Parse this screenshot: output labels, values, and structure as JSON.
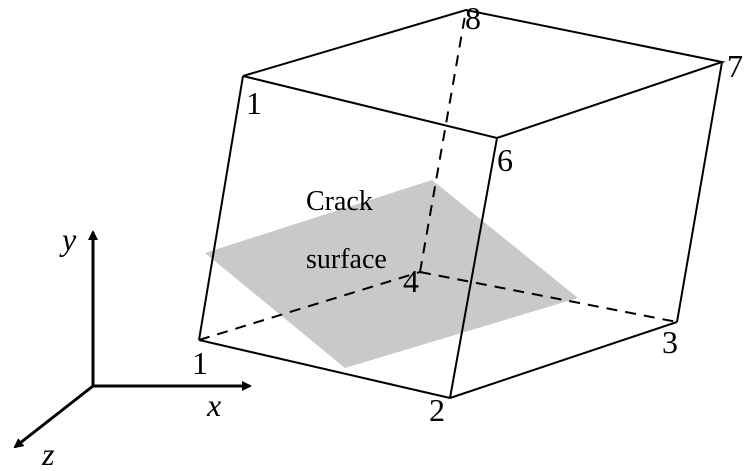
{
  "diagram": {
    "node_labels": {
      "n1_bottom": "1",
      "n1_top": "1",
      "n2": "2",
      "n3": "3",
      "n4": "4",
      "n6": "6",
      "n7": "7",
      "n8": "8"
    },
    "crack_label": {
      "line1": "Crack",
      "line2": "surface"
    },
    "axes": {
      "x": "x",
      "y": "y",
      "z": "z"
    },
    "colors": {
      "lines": "#000000",
      "crack_fill": "#c8c9cb",
      "background": "#ffffff"
    }
  }
}
